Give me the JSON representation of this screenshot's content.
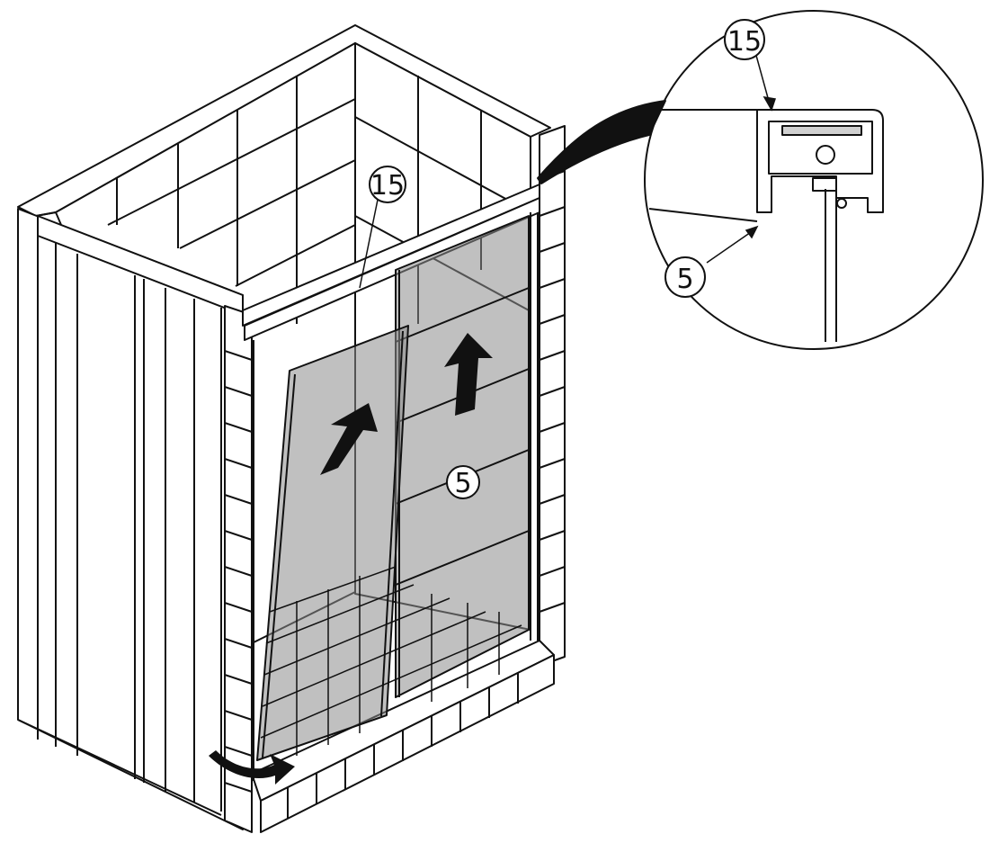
{
  "labels": {
    "top_rail_part": "15",
    "door_part": "5",
    "detail_top_rail_part": "15",
    "detail_door_part": "5"
  },
  "colors": {
    "line": "#111111",
    "glass": "#8c8c8c",
    "arrow": "#111111",
    "background": "#ffffff"
  }
}
